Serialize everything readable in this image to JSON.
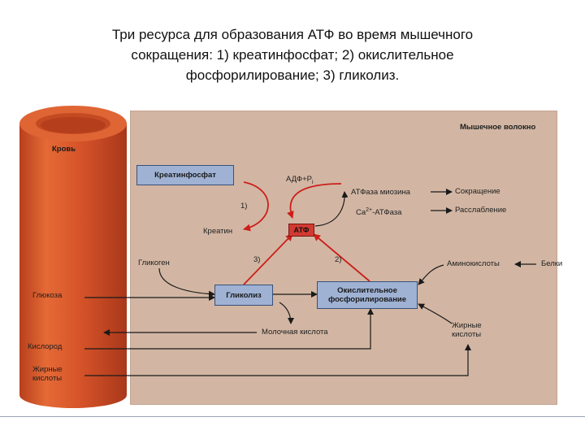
{
  "slide": {
    "title_line1": "Три ресурса для образования АТФ во время мышечного",
    "title_line2": "сокращения: 1) креатинфосфат; 2) окислительное",
    "title_line3": "фосфорилирование; 3) гликолиз."
  },
  "blood": {
    "title": "Кровь",
    "glucose": "Глюкоза",
    "oxygen": "Кислород",
    "fatty_acids": "Жирные кислоты"
  },
  "fiber": {
    "title": "Мышечное волокно",
    "creatine_phosphate": "Креатинфосфат",
    "creatine": "Креатин",
    "adp_prefix": "АДФ+P",
    "adp_sub": "i",
    "atp": "АТФ",
    "label_1": "1)",
    "label_2": "2)",
    "label_3": "3)",
    "myosin_atpase": "АТФаза миозина",
    "contraction": "Сокращение",
    "ca_prefix": "Ca",
    "ca_sup": "2+",
    "ca_suffix": "-АТФаза",
    "relaxation": "Расслабление",
    "glycogen": "Гликоген",
    "glycolysis": "Гликолиз",
    "oxidative_phosphorylation": "Окислительное фосфорилирование",
    "amino_acids": "Аминокислоты",
    "proteins": "Белки",
    "fatty_acids": "Жирные кислоты",
    "lactic_acid": "Молочная кислота"
  },
  "colors": {
    "vessel_body": "#d8542a",
    "vessel_top": "#e9743f",
    "panel": "#d2b6a3",
    "box_blue": "#9fb2d4",
    "atp_red": "#d23a31",
    "arrow_red": "#cc1f1a"
  }
}
